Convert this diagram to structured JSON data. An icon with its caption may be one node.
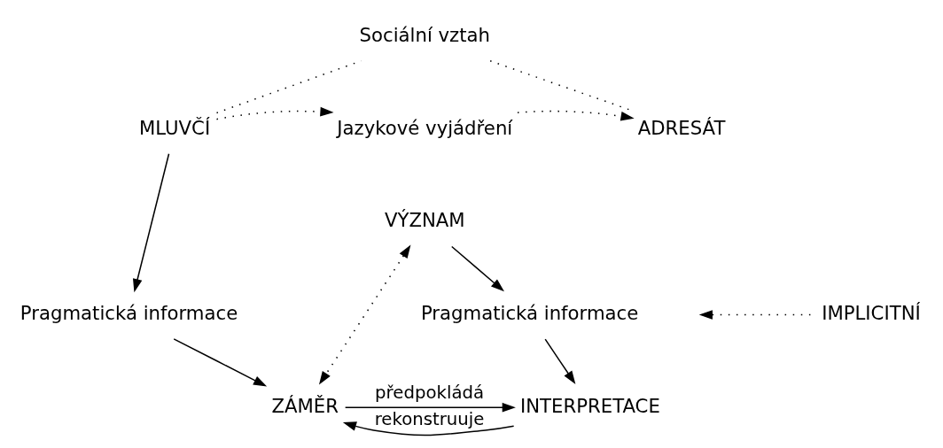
{
  "diagram": {
    "nodes": [
      {
        "text": [
          "MLUVČÍ"
        ]
      },
      {
        "text": [
          "Jazykové vyjádření"
        ]
      },
      {
        "text": [
          "ADRESÁT"
        ]
      },
      {
        "text": [
          "Sociální vztah"
        ]
      },
      {
        "text": [
          "VÝZNAM"
        ]
      },
      {
        "text": [
          "IMPLICITNÍ"
        ]
      },
      {
        "text": [
          "ZÁMĚR"
        ]
      },
      {
        "text": [
          "INTERPRETACE"
        ]
      },
      {
        "text": [
          "Pragmatická informace"
        ]
      },
      {
        "text": [
          "Pragmatická informace"
        ]
      }
    ],
    "edges": [
      {
        "from": 0,
        "to": 1,
        "arrow": "to",
        "style": "dashed"
      },
      {
        "from": 1,
        "to": 2,
        "arrow": "to",
        "style": "dashed"
      },
      {
        "from": 0,
        "to": 3,
        "arrow": "none",
        "style": "dashed"
      },
      {
        "from": 3,
        "to": 2,
        "arrow": "none",
        "style": "dashed"
      },
      {
        "from": 4,
        "to": 6,
        "arrow": "both",
        "style": "dashed"
      },
      {
        "from": 5,
        "to": null,
        "arrow": "to",
        "style": "dashed"
      },
      {
        "from": 6,
        "to": 7,
        "arrow": "to",
        "label": "předpokládá"
      },
      {
        "from": 7,
        "to": 6,
        "arrow": "to",
        "label": "rekonstruuje"
      },
      {
        "from": 0,
        "to": 8,
        "arrow": "to"
      },
      {
        "from": 8,
        "to": 6,
        "arrow": "to"
      },
      {
        "from": 4,
        "to": 9,
        "arrow": "to"
      },
      {
        "from": 9,
        "to": 7,
        "arrow": "to"
      }
    ]
  }
}
